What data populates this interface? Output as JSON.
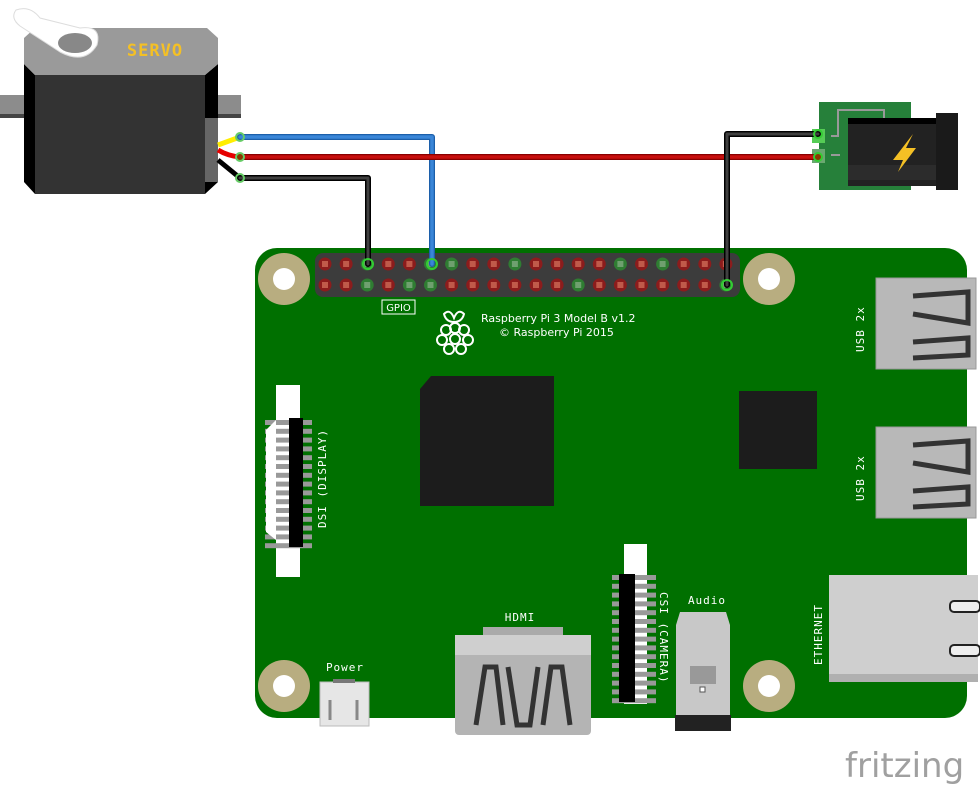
{
  "servo": {
    "label": "SERVO",
    "body_color": "#333333",
    "label_color": "#f4c025"
  },
  "power_jack": {
    "icon": "lightning-icon",
    "board_color": "#26803a"
  },
  "board": {
    "title": "Raspberry Pi 3 Model B v1.2",
    "copyright": "© Raspberry Pi 2015",
    "gpio_label": "GPIO",
    "dsi_label": "DSI (DISPLAY)",
    "csi_label": "CSI (CAMERA)",
    "hdmi_label": "HDMI",
    "power_label": "Power",
    "audio_label": "Audio",
    "usb1_label": "USB 2x",
    "usb2_label": "USB 2x",
    "ethernet_label": "ETHERNET",
    "pcb_color": "#007000",
    "header": {
      "columns": 20,
      "top_row_green": [
        3,
        6,
        7,
        10,
        15,
        17
      ],
      "bottom_row_green": [
        3,
        5,
        6,
        13,
        20
      ]
    }
  },
  "wires": [
    {
      "name": "signal",
      "color": "#3a86d8",
      "from": "servo-signal",
      "to": "gpio-top-6"
    },
    {
      "name": "power",
      "color": "#c8100e",
      "from": "servo-power",
      "to": "jack-positive"
    },
    {
      "name": "ground-servo",
      "color": "#333333",
      "from": "servo-ground",
      "to": "gpio-top-3"
    },
    {
      "name": "ground-jack",
      "color": "#333333",
      "from": "gpio-bottom-20",
      "to": "jack-negative"
    }
  ],
  "brand": "fritzing"
}
